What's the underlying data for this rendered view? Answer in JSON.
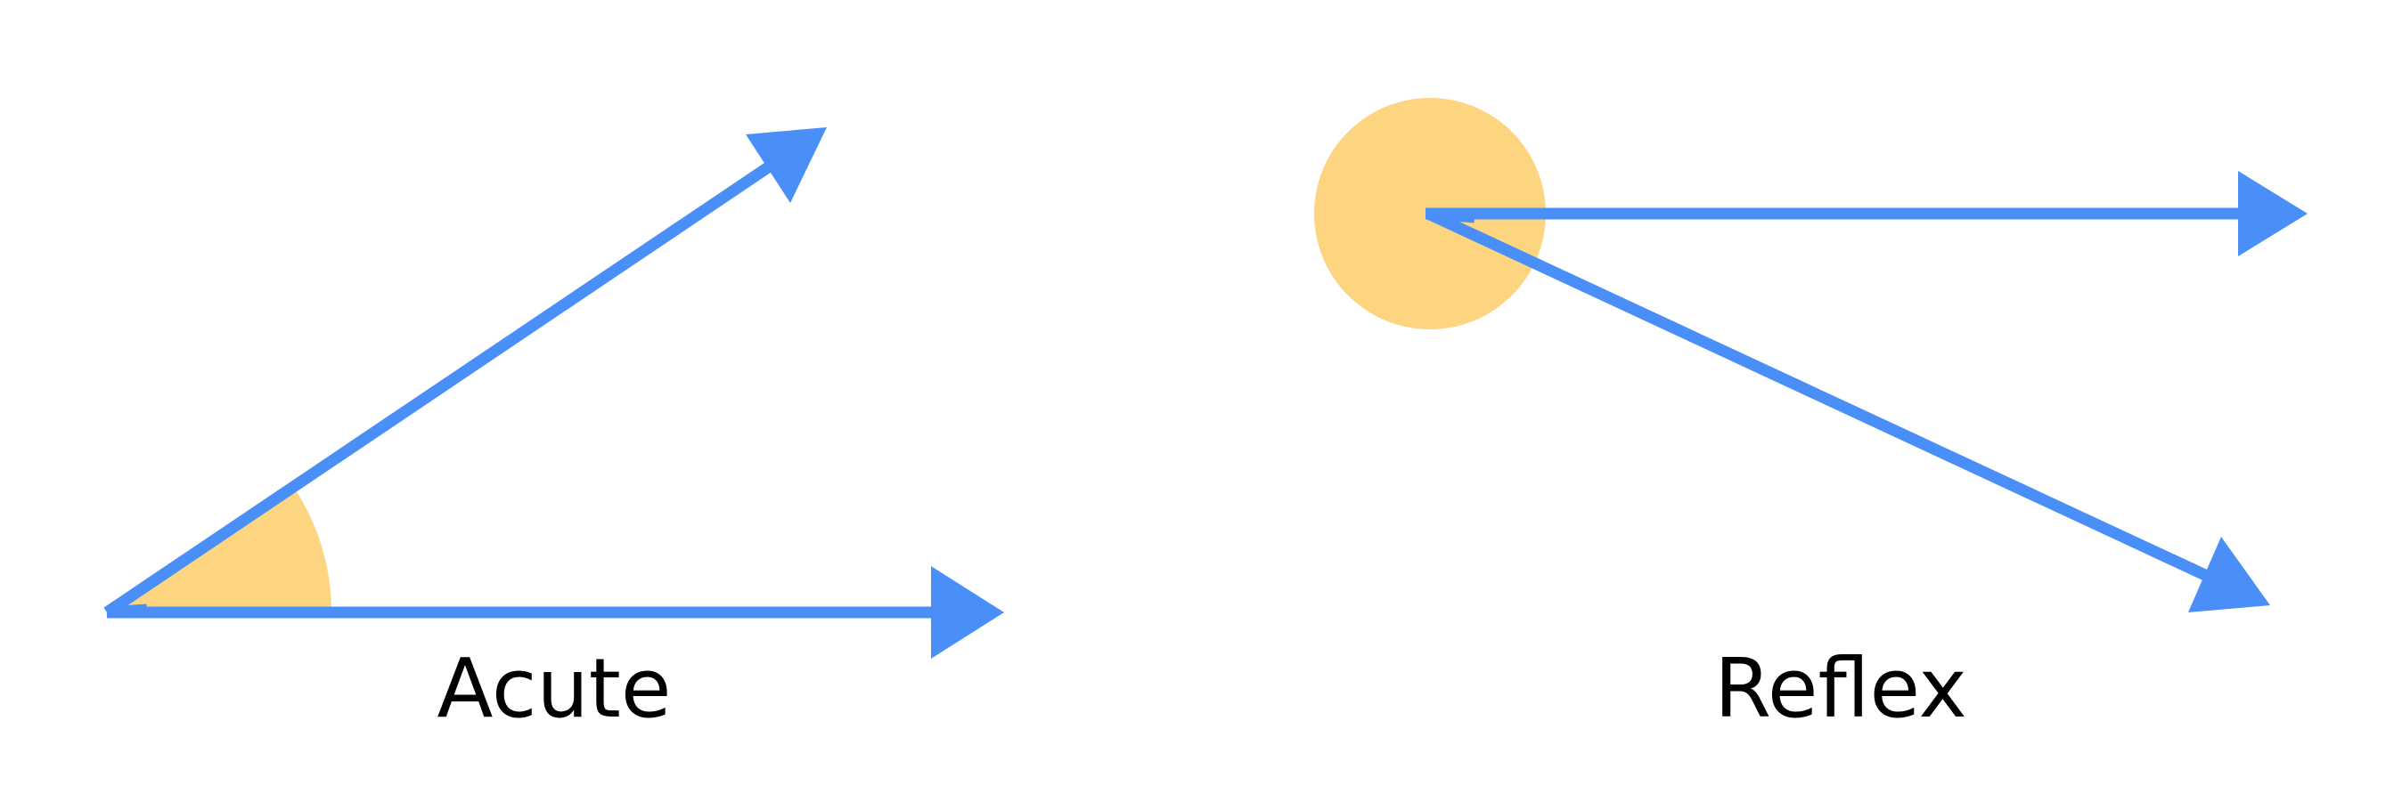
{
  "colors": {
    "ray": "#4a8ff8",
    "angle_fill": "#fdd47f",
    "label": "#000000",
    "background": "#ffffff"
  },
  "angles": [
    {
      "label": "Acute",
      "type": "acute"
    },
    {
      "label": "Reflex",
      "type": "reflex"
    }
  ]
}
